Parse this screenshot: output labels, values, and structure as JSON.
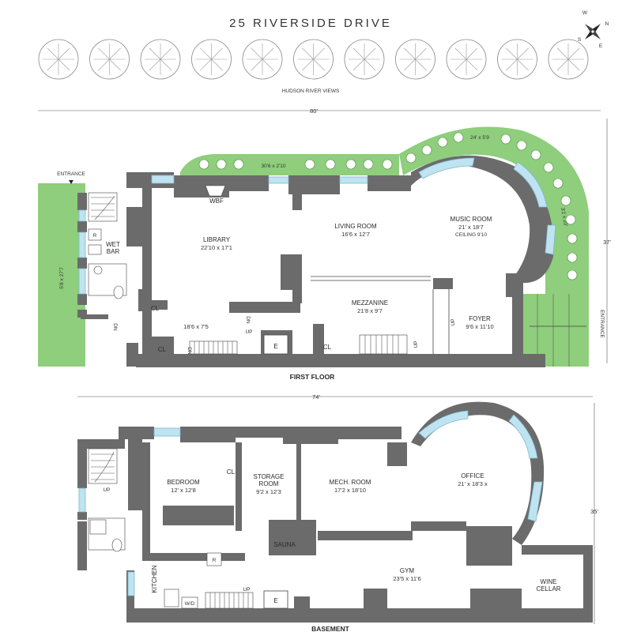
{
  "title": "25 RIVERSIDE DRIVE",
  "views_label": "HUDSON RIVER VIEWS",
  "compass": {
    "n": "N",
    "s": "S",
    "e": "E",
    "w": "W"
  },
  "first_floor": {
    "floor_label": "FIRST FLOOR",
    "width_dim": "80'",
    "height_dim": "37'",
    "terrace_top_dim": "30'6 x 2'10",
    "terrace_right_dim1": "24' x 5'9",
    "terrace_right_dim2": "3'2 x 20'",
    "terrace_left_dim": "5'8 x 27'7",
    "entrance_left": "ENTRANCE",
    "entrance_right": "ENTRANCE",
    "rooms": {
      "wbf": "WBF",
      "wet_bar": "WET\nBAR",
      "r": "R",
      "library": "LIBRARY",
      "library_dim": "22'10 x 17'1",
      "living_room": "LIVING ROOM",
      "living_room_dim": "16'6 x 12'7",
      "music_room": "MUSIC ROOM",
      "music_room_dim": "21' x 18'7",
      "music_room_ceiling": "CEILING 9'10",
      "mezzanine": "MEZZANINE",
      "mezzanine_dim": "21'8 x 9'7",
      "foyer": "FOYER",
      "foyer_dim": "9'6 x 11'10",
      "hall_dim": "18'6 x 7'5",
      "cl1": "CL",
      "cl2": "CL",
      "cl3": "CL",
      "e": "E",
      "up1": "UP",
      "up2": "UP",
      "up3": "UP",
      "dn1": "DN",
      "dn2": "DN",
      "dn3": "DN"
    }
  },
  "basement": {
    "floor_label": "BASEMENT",
    "width_dim": "74'",
    "height_dim": "35'",
    "rooms": {
      "bedroom": "BEDROOM",
      "bedroom_dim": "12' x 12'8",
      "cl": "CL",
      "storage": "STORAGE\nROOM",
      "storage_dim": "9'2 x 12'3",
      "mech": "MECH. ROOM",
      "mech_dim": "17'2 x 18'10",
      "office": "OFFICE",
      "office_dim": "21' x 18'3 x",
      "sauna": "SAUNA",
      "gym": "GYM",
      "gym_dim": "23'5 x 11'6",
      "wine": "WINE\nCELLAR",
      "kitchen": "KITCHEN",
      "r": "R",
      "wd": "W/D",
      "e": "E",
      "up1": "UP",
      "up2": "UP"
    }
  }
}
